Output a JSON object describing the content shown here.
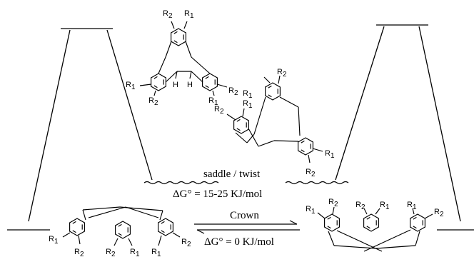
{
  "saddle_label": "saddle / twist",
  "barrier_energy": "ΔG° = 15-25 KJ/mol",
  "equilibrium_label": "Crown",
  "equilibrium_energy": "ΔG° = 0 KJ/mol",
  "substituents": {
    "r1": "R",
    "r1_index": "1",
    "r2": "R",
    "r2_index": "2"
  },
  "ring_hydrogen": "H"
}
